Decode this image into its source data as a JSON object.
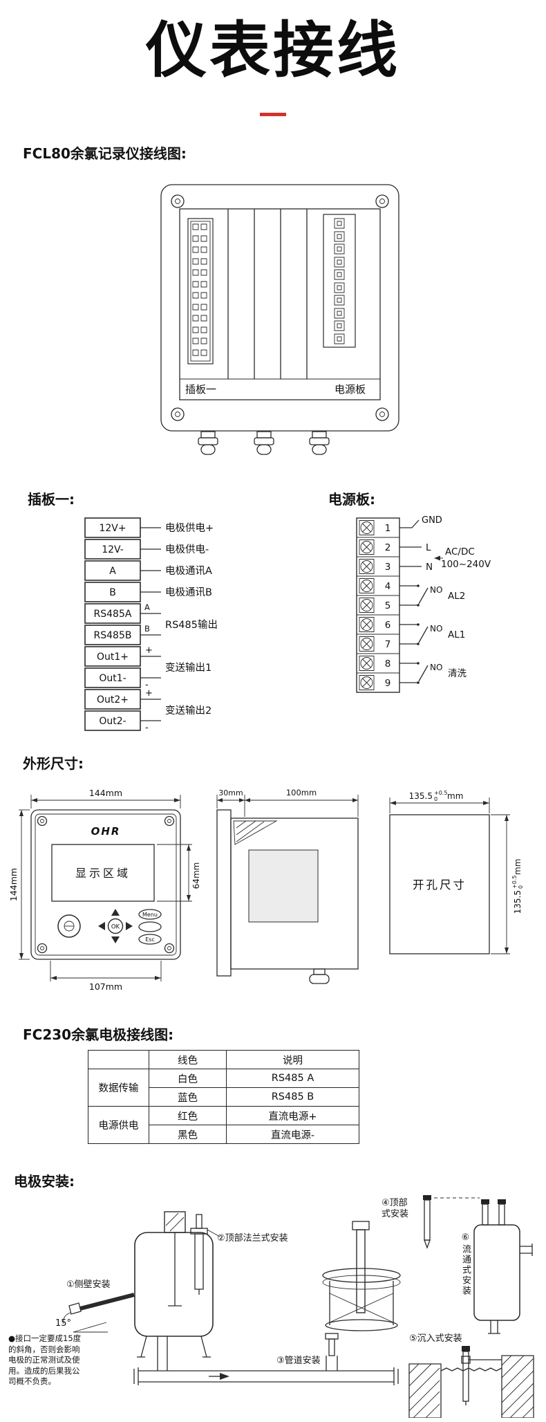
{
  "page": {
    "title": "仪表接线"
  },
  "colors": {
    "accent": "#d2322c",
    "line": "#2a2a2a"
  },
  "wiring": {
    "heading": "FCL80余氯记录仪接线图:",
    "left_board_label": "插板一",
    "right_board_label": "电源板"
  },
  "plug_board": {
    "heading": "插板一:",
    "terminals": [
      "12V+",
      "12V-",
      "A",
      "B",
      "RS485A",
      "RS485B",
      "Out1+",
      "Out1-",
      "Out2+",
      "Out2-"
    ],
    "wire_marks": {
      "a": "A",
      "b": "B",
      "plus": "+",
      "minus": "-"
    },
    "annotations": {
      "supply_plus": "电极供电+",
      "supply_minus": "电极供电-",
      "comm_a": "电极通讯A",
      "comm_b": "电极通讯B",
      "rs485_out": "RS485输出",
      "transmit_out1": "变送输出1",
      "transmit_out2": "变送输出2"
    }
  },
  "power_board": {
    "heading": "电源板:",
    "numbers": [
      "1",
      "2",
      "3",
      "4",
      "5",
      "6",
      "7",
      "8",
      "9"
    ],
    "gnd": "GND",
    "live": "L",
    "neutral": "N",
    "acdc_line1": "AC/DC",
    "acdc_line2": "100~240V",
    "no_label": "NO",
    "alarm2": "AL2",
    "alarm1": "AL1",
    "wash": "清洗"
  },
  "dimensions": {
    "heading": "外形尺寸:",
    "front": {
      "brand": "OHR",
      "width": "144mm",
      "height": "144mm",
      "display_label": "显示区域",
      "display_height": "64mm",
      "hole_spacing": "107mm",
      "key_ok": "OK",
      "key_menu": "Menu",
      "key_esc": "Esc"
    },
    "side": {
      "bezel_depth": "30mm",
      "body_depth": "100mm"
    },
    "cutout": {
      "label": "开孔尺寸",
      "size": "135.5",
      "tol_upper": "+0.5",
      "tol_lower": "0",
      "unit": "mm"
    }
  },
  "electrode_table": {
    "heading": "FC230余氯电极接线图:",
    "headers": {
      "color": "线色",
      "desc": "说明"
    },
    "group1": "数据传输",
    "group2": "电源供电",
    "rows": [
      {
        "color": "白色",
        "desc": "RS485 A"
      },
      {
        "color": "蓝色",
        "desc": "RS485 B"
      },
      {
        "color": "红色",
        "desc": "直流电源+"
      },
      {
        "color": "黑色",
        "desc": "直流电源-"
      }
    ]
  },
  "installation": {
    "heading": "电极安装:",
    "side_wall": "①侧壁安装",
    "angle": "15°",
    "top_flange": "②顶部法兰式安装",
    "pipeline": "③管道安装",
    "top_type": "④顶部式安装",
    "submerged": "⑤沉入式安装",
    "flow_through": "⑥流通式安装",
    "note": "●接口一定要成15度的斜角，否则会影响电极的正常测试及使用。造成的后果我公司概不负责。"
  }
}
